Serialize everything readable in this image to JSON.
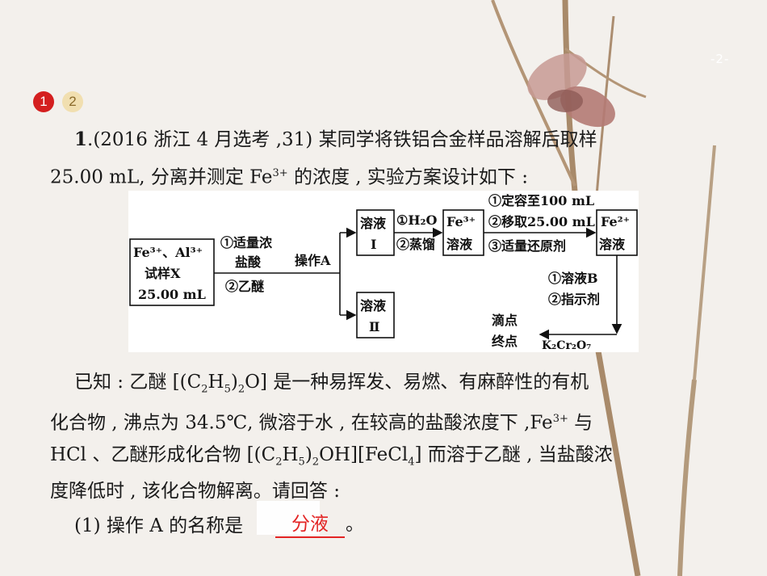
{
  "page_number": "-2-",
  "nav": {
    "item1": "1",
    "item2": "2"
  },
  "question": {
    "number": "1",
    "source": ".(2016 浙江 4 月选考 ,31) 某同学将铁铝合金样品溶解后取样",
    "line2_a": "25.00 mL, 分离并测定 Fe",
    "line2_sup": "3+",
    "line2_b": " 的浓度 , 实验方案设计如下 :"
  },
  "flowchart": {
    "sample_line1": "Fe³⁺、Al³⁺",
    "sample_line2": "试样X",
    "sample_line3": "25.00 mL",
    "step1_a": "①适量浓",
    "step1_b": "盐酸",
    "step1_c": "②乙醚",
    "operation": "操作A",
    "solution_I_a": "溶液",
    "solution_I_b": "Ⅰ",
    "solution_II_a": "溶液",
    "solution_II_b": "Ⅱ",
    "step2_a": "①H₂O",
    "step2_b": "②蒸馏",
    "fe3_a": "Fe³⁺",
    "fe3_b": "溶液",
    "step3_a": "①定容至100 mL",
    "step3_b": "②移取25.00 mL",
    "step3_c": "③适量还原剂",
    "fe2_a": "Fe²⁺",
    "fe2_b": "溶液",
    "step4_a": "①溶液B",
    "step4_b": "②指示剂",
    "endpoint_a": "滴点",
    "endpoint_b": "终点",
    "titrant": "K₂Cr₂O₇"
  },
  "known": {
    "l1_a": "已知 : 乙醚 [(C",
    "l1_s1": "2",
    "l1_b": "H",
    "l1_s2": "5",
    "l1_c": ")",
    "l1_s3": "2",
    "l1_d": "O] 是一种易挥发、易燃、有麻醉性的有机",
    "l2_a": "化合物 , 沸点为 34.5℃, 微溶于水 , 在较高的盐酸浓度下 ,Fe",
    "l2_sup": "3+",
    "l2_b": " 与",
    "l3_a": "HCl 、乙醚形成化合物 [(C",
    "l3_s1": "2",
    "l3_b": "H",
    "l3_s2": "5",
    "l3_c": ")",
    "l3_s3": "2",
    "l3_d": "OH][FeCl",
    "l3_s4": "4",
    "l3_e": "] 而溶于乙醚 , 当盐酸浓",
    "l4": "度降低时 , 该化合物解离。请回答 :"
  },
  "sub_question": {
    "prompt": "(1) 操作 A 的名称是",
    "answer": "分液",
    "tail": "。"
  },
  "colors": {
    "badge_active": "#d41f1f",
    "badge_inactive": "#f1dfb0",
    "answer": "#e32424"
  }
}
